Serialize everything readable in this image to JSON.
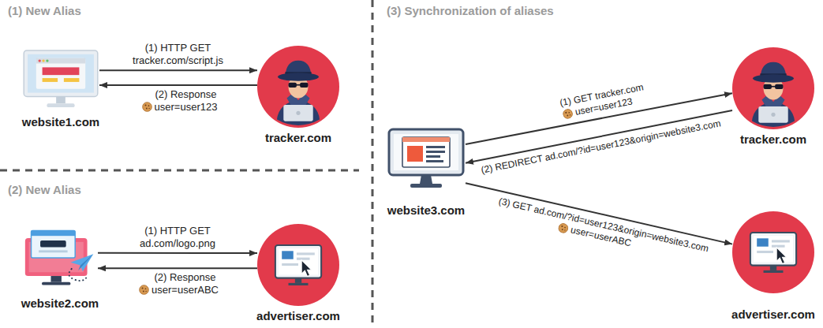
{
  "diagram": {
    "nodes": [
      {
        "text": [
          "website1.com"
        ]
      },
      {
        "text": [
          "tracker.com"
        ]
      },
      {
        "text": [
          "website2.com"
        ]
      },
      {
        "text": [
          "advertiser.com"
        ]
      },
      {
        "text": [
          "website3.com"
        ]
      },
      {
        "text": [
          "tracker.com"
        ]
      },
      {
        "text": [
          "advertiser.com"
        ]
      }
    ],
    "edges": [
      {
        "from": 0,
        "to": 1,
        "arrow": "to",
        "label": "(1) HTTP GET tracker.com/script.js"
      },
      {
        "from": 1,
        "to": 0,
        "arrow": "to",
        "label": "(2) Response user=user123"
      },
      {
        "from": 2,
        "to": 3,
        "arrow": "to",
        "label": "(1) HTTP GET ad.com/logo.png"
      },
      {
        "from": 3,
        "to": 2,
        "arrow": "to",
        "label": "(2) Response user=userABC"
      },
      {
        "from": 4,
        "to": 5,
        "arrow": "to",
        "label": "(1) GET tracker.com user=user123"
      },
      {
        "from": 5,
        "to": 4,
        "arrow": "to",
        "label": "(2) REDIRECT ad.com/?id=user123&origin=website3.com"
      },
      {
        "from": 4,
        "to": 6,
        "arrow": "to",
        "label": "(3) GET ad.com/?id=user123&origin=website3.com user=userABC"
      }
    ],
    "labels": [
      "(1) New Alias",
      "(2) New Alias",
      "(3) Synchronization of aliases"
    ]
  }
}
